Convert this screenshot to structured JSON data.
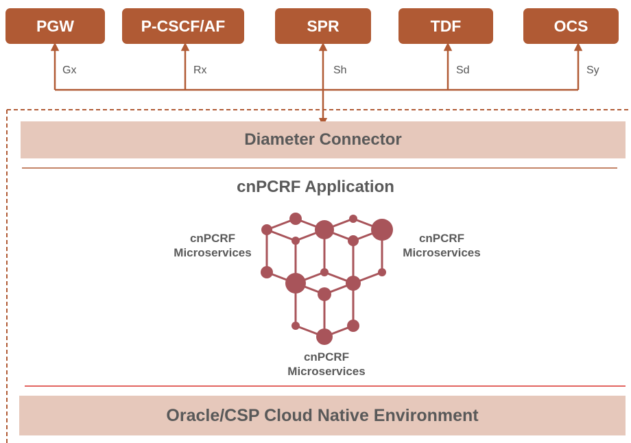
{
  "top_nodes": [
    {
      "label": "PGW",
      "interface": "Gx"
    },
    {
      "label": "P-CSCF/AF",
      "interface": "Rx"
    },
    {
      "label": "SPR",
      "interface": "Sh"
    },
    {
      "label": "TDF",
      "interface": "Sd"
    },
    {
      "label": "OCS",
      "interface": "Sy"
    }
  ],
  "connector_label": "Diameter Connector",
  "application_title": "cnPCRF Application",
  "microservices": {
    "left": [
      "cnPCRF",
      "Microservices"
    ],
    "right": [
      "cnPCRF",
      "Microservices"
    ],
    "bottom": [
      "cnPCRF",
      "Microservices"
    ]
  },
  "environment_label": "Oracle/CSP Cloud Native Environment",
  "colors": {
    "node_fill": "#b05a34",
    "band_fill": "#e6c8bb",
    "connector_line": "#b05a34",
    "separator_red": "#d9302b",
    "molecule": "#a8545a"
  }
}
